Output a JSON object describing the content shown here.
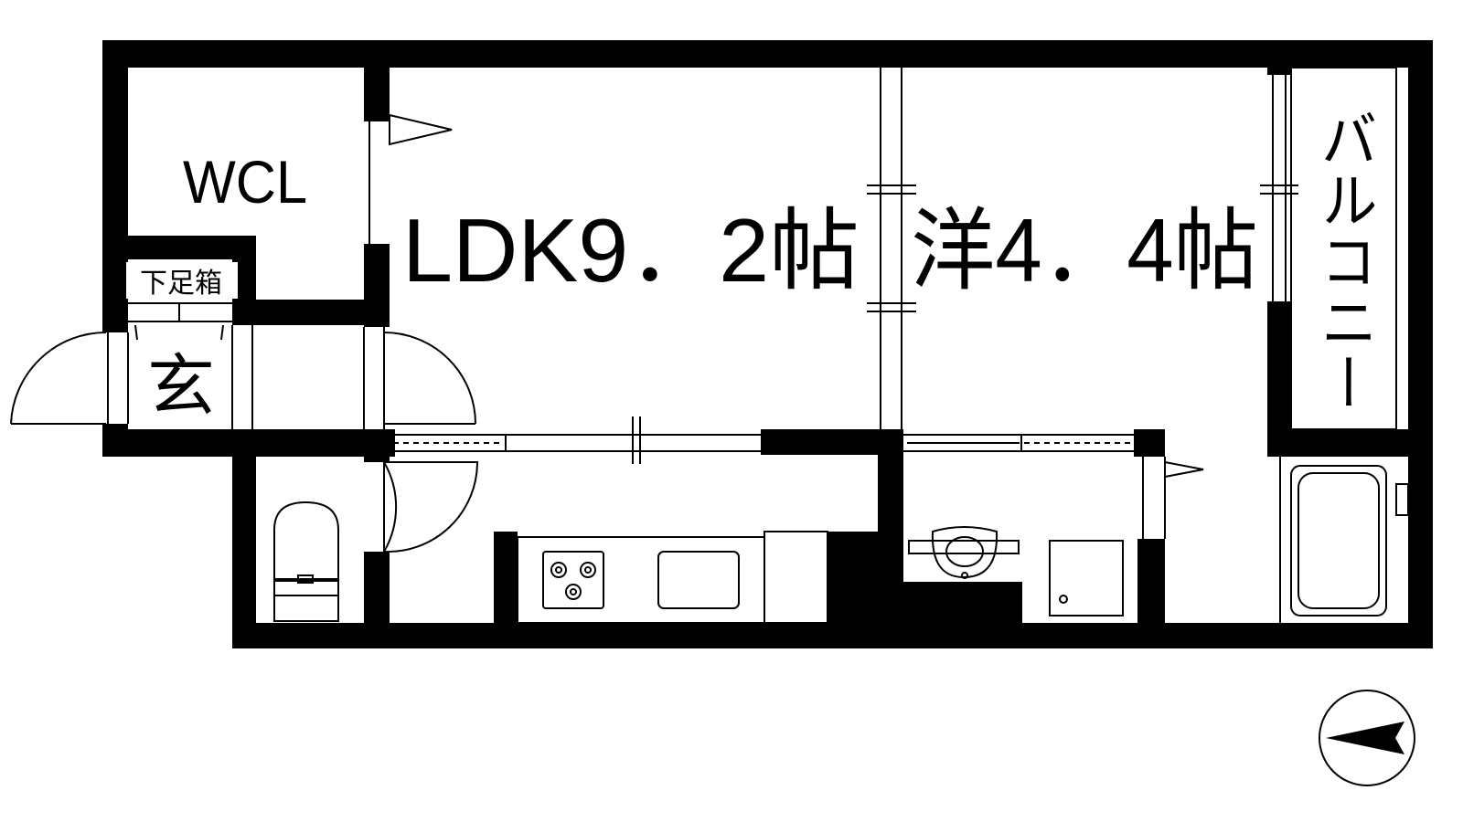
{
  "rooms": {
    "wcl": "WCL",
    "shoe_box": "下足箱",
    "entrance": "玄",
    "ldk": "LDK9．2帖",
    "western": "洋4．4帖",
    "balcony": "バルコニー"
  },
  "colors": {
    "wall": "#000000",
    "paper": "#ffffff"
  },
  "icons": {
    "compass": "north-arrow-icon",
    "stove": "gas-stove-icon",
    "sink": "kitchen-sink-icon",
    "toilet": "toilet-icon",
    "washbasin": "washbasin-icon",
    "washer": "washing-machine-pan-icon",
    "bathtub": "bathtub-icon"
  }
}
